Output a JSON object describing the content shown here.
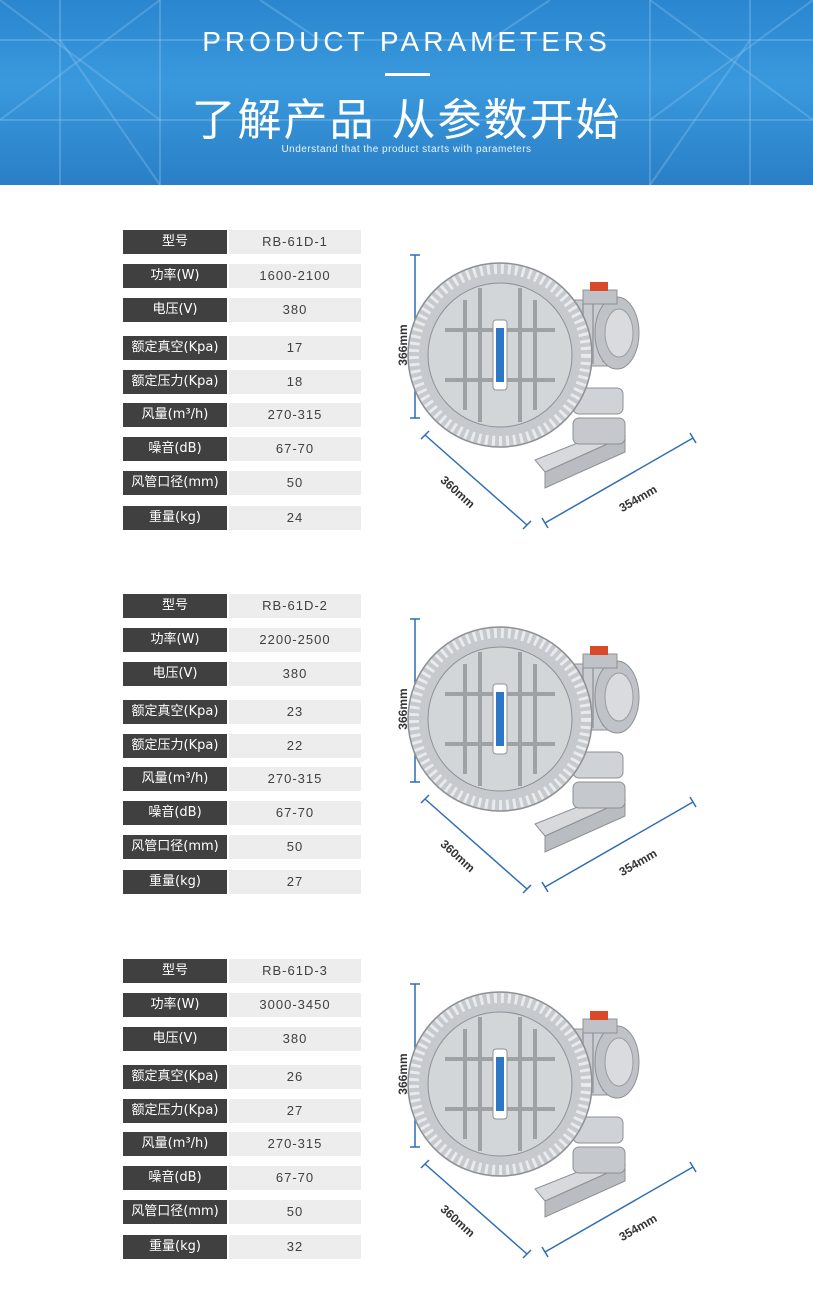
{
  "header": {
    "title_en": "PRODUCT PARAMETERS",
    "title_cn": "了解产品 从参数开始",
    "subtitle": "Understand that the product starts with parameters"
  },
  "products": [
    {
      "specs": [
        {
          "label": "型号",
          "value": "RB-61D-1"
        },
        {
          "label": "功率(W)",
          "value": "1600-2100"
        },
        {
          "label": "电压(V)",
          "value": "380"
        },
        {
          "label": "额定真空(Kpa)",
          "value": "17"
        },
        {
          "label": "额定压力(Kpa)",
          "value": "18"
        },
        {
          "label": "风量(m³/h)",
          "value": "270-315"
        },
        {
          "label": "噪音(dB)",
          "value": "67-70"
        },
        {
          "label": "风管口径(mm)",
          "value": "50"
        },
        {
          "label": "重量(kg)",
          "value": "24"
        }
      ],
      "dimensions": {
        "height": "366mm",
        "depth": "360mm",
        "width": "354mm"
      }
    },
    {
      "specs": [
        {
          "label": "型号",
          "value": "RB-61D-2"
        },
        {
          "label": "功率(W)",
          "value": "2200-2500"
        },
        {
          "label": "电压(V)",
          "value": "380"
        },
        {
          "label": "额定真空(Kpa)",
          "value": "23"
        },
        {
          "label": "额定压力(Kpa)",
          "value": "22"
        },
        {
          "label": "风量(m³/h)",
          "value": "270-315"
        },
        {
          "label": "噪音(dB)",
          "value": "67-70"
        },
        {
          "label": "风管口径(mm)",
          "value": "50"
        },
        {
          "label": "重量(kg)",
          "value": "27"
        }
      ],
      "dimensions": {
        "height": "366mm",
        "depth": "360mm",
        "width": "354mm"
      }
    },
    {
      "specs": [
        {
          "label": "型号",
          "value": "RB-61D-3"
        },
        {
          "label": "功率(W)",
          "value": "3000-3450"
        },
        {
          "label": "电压(V)",
          "value": "380"
        },
        {
          "label": "额定真空(Kpa)",
          "value": "26"
        },
        {
          "label": "额定压力(Kpa)",
          "value": "27"
        },
        {
          "label": "风量(m³/h)",
          "value": "270-315"
        },
        {
          "label": "噪音(dB)",
          "value": "67-70"
        },
        {
          "label": "风管口径(mm)",
          "value": "50"
        },
        {
          "label": "重量(kg)",
          "value": "32"
        }
      ],
      "dimensions": {
        "height": "366mm",
        "depth": "360mm",
        "width": "354mm"
      }
    }
  ],
  "colors": {
    "banner_blue": "#2a86cf",
    "label_bg": "#404040",
    "value_bg": "#ededed",
    "motor_silver": "#c9ccd0"
  }
}
